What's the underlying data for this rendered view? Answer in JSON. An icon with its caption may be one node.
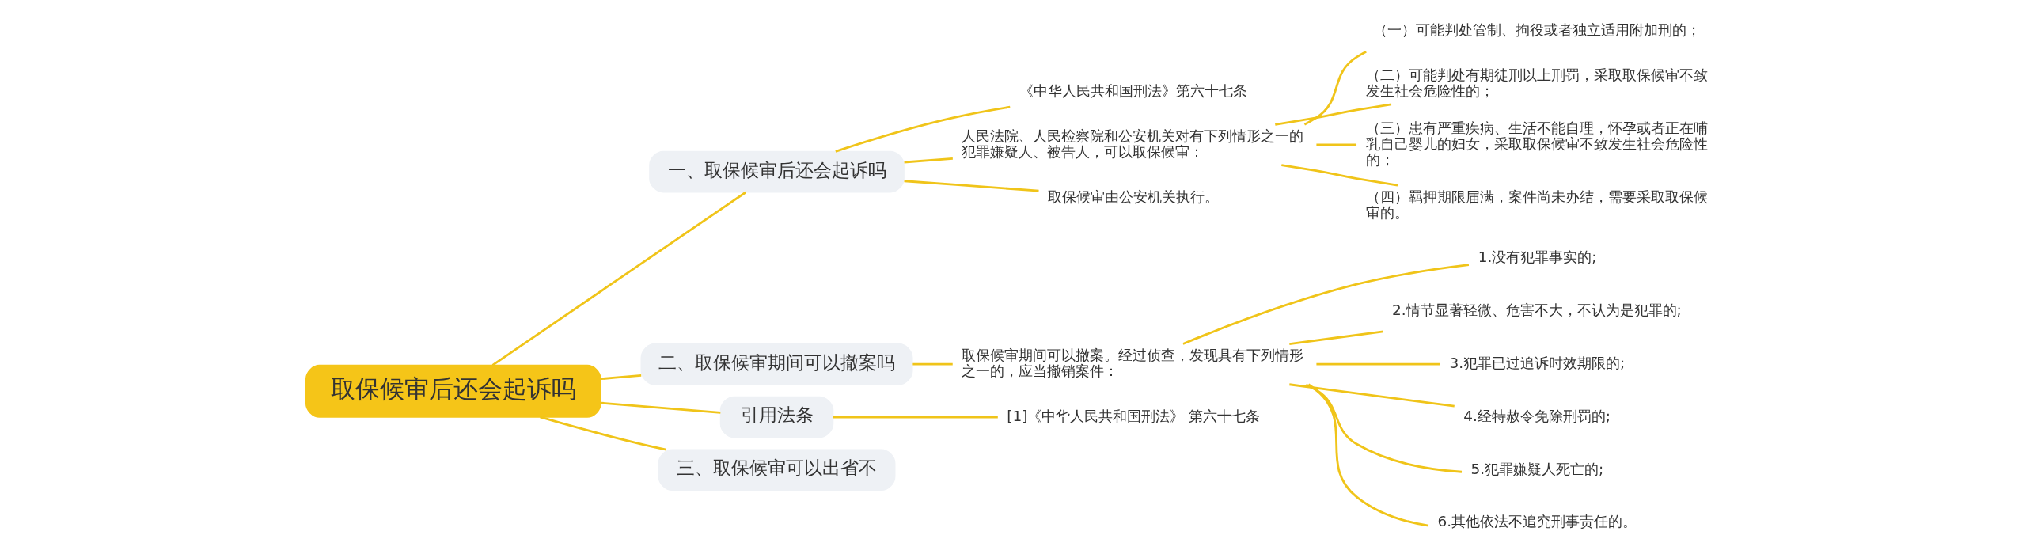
{
  "diagram": {
    "nodes": [
      {
        "text": [
          "取保候审后还会起诉吗"
        ]
      },
      {
        "text": [
          "一、取保候审后还会起诉吗"
        ]
      },
      {
        "text": [
          "《中华人民共和国刑法》第六十七条"
        ]
      },
      {
        "text": [
          "人民法院、人民检察院和公安机关对有下列情形之一的犯罪嫌疑人、被告人，可以取保候审："
        ]
      },
      {
        "text": [
          "（一）可能判处管制、拘役或者独立适用附加刑的；"
        ]
      },
      {
        "text": [
          "（二）可能判处有期徒刑以上刑罚，采取取保候审不致发生社会危险性的；"
        ]
      },
      {
        "text": [
          "（三）患有严重疾病、生活不能自理，怀孕或者正在哺乳自己婴儿的妇女，采取取保候审不致发生社会危险性的；"
        ]
      },
      {
        "text": [
          "（四）羁押期限届满，案件尚未办结，需要采取取保候审的。"
        ]
      },
      {
        "text": [
          "取保候审由公安机关执行。"
        ]
      },
      {
        "text": [
          "二、取保候审期间可以撤案吗"
        ]
      },
      {
        "text": [
          "取保候审期间可以撤案。经过侦查，发现具有下列情形之一的，应当撤销案件："
        ]
      },
      {
        "text": [
          "1.没有犯罪事实的;"
        ]
      },
      {
        "text": [
          "2.情节显著轻微、危害不大，不认为是犯罪的;"
        ]
      },
      {
        "text": [
          "3.犯罪已过追诉时效期限的;"
        ]
      },
      {
        "text": [
          "4.经特赦令免除刑罚的;"
        ]
      },
      {
        "text": [
          "5.犯罪嫌疑人死亡的;"
        ]
      },
      {
        "text": [
          "6.其他依法不追究刑事责任的。"
        ]
      },
      {
        "text": [
          "引用法条"
        ]
      },
      {
        "text": [
          "[1]《中华人民共和国刑法》 第六十七条"
        ]
      },
      {
        "text": [
          "三、取保候审可以出省不"
        ]
      }
    ],
    "edges": [
      {
        "from": 0,
        "to": 1,
        "arrow": "none"
      },
      {
        "from": 1,
        "to": 2,
        "arrow": "none"
      },
      {
        "from": 1,
        "to": 3,
        "arrow": "none"
      },
      {
        "from": 3,
        "to": 4,
        "arrow": "none"
      },
      {
        "from": 3,
        "to": 5,
        "arrow": "none"
      },
      {
        "from": 3,
        "to": 6,
        "arrow": "none"
      },
      {
        "from": 3,
        "to": 7,
        "arrow": "none"
      },
      {
        "from": 1,
        "to": 8,
        "arrow": "none"
      },
      {
        "from": 0,
        "to": 9,
        "arrow": "none"
      },
      {
        "from": 9,
        "to": 10,
        "arrow": "none"
      },
      {
        "from": 10,
        "to": 11,
        "arrow": "none"
      },
      {
        "from": 10,
        "to": 12,
        "arrow": "none"
      },
      {
        "from": 10,
        "to": 13,
        "arrow": "none"
      },
      {
        "from": 10,
        "to": 14,
        "arrow": "none"
      },
      {
        "from": 10,
        "to": 15,
        "arrow": "none"
      },
      {
        "from": 10,
        "to": 16,
        "arrow": "none"
      },
      {
        "from": 0,
        "to": 17,
        "arrow": "none"
      },
      {
        "from": 17,
        "to": 18,
        "arrow": "none"
      },
      {
        "from": 0,
        "to": 19,
        "arrow": "none"
      }
    ]
  }
}
